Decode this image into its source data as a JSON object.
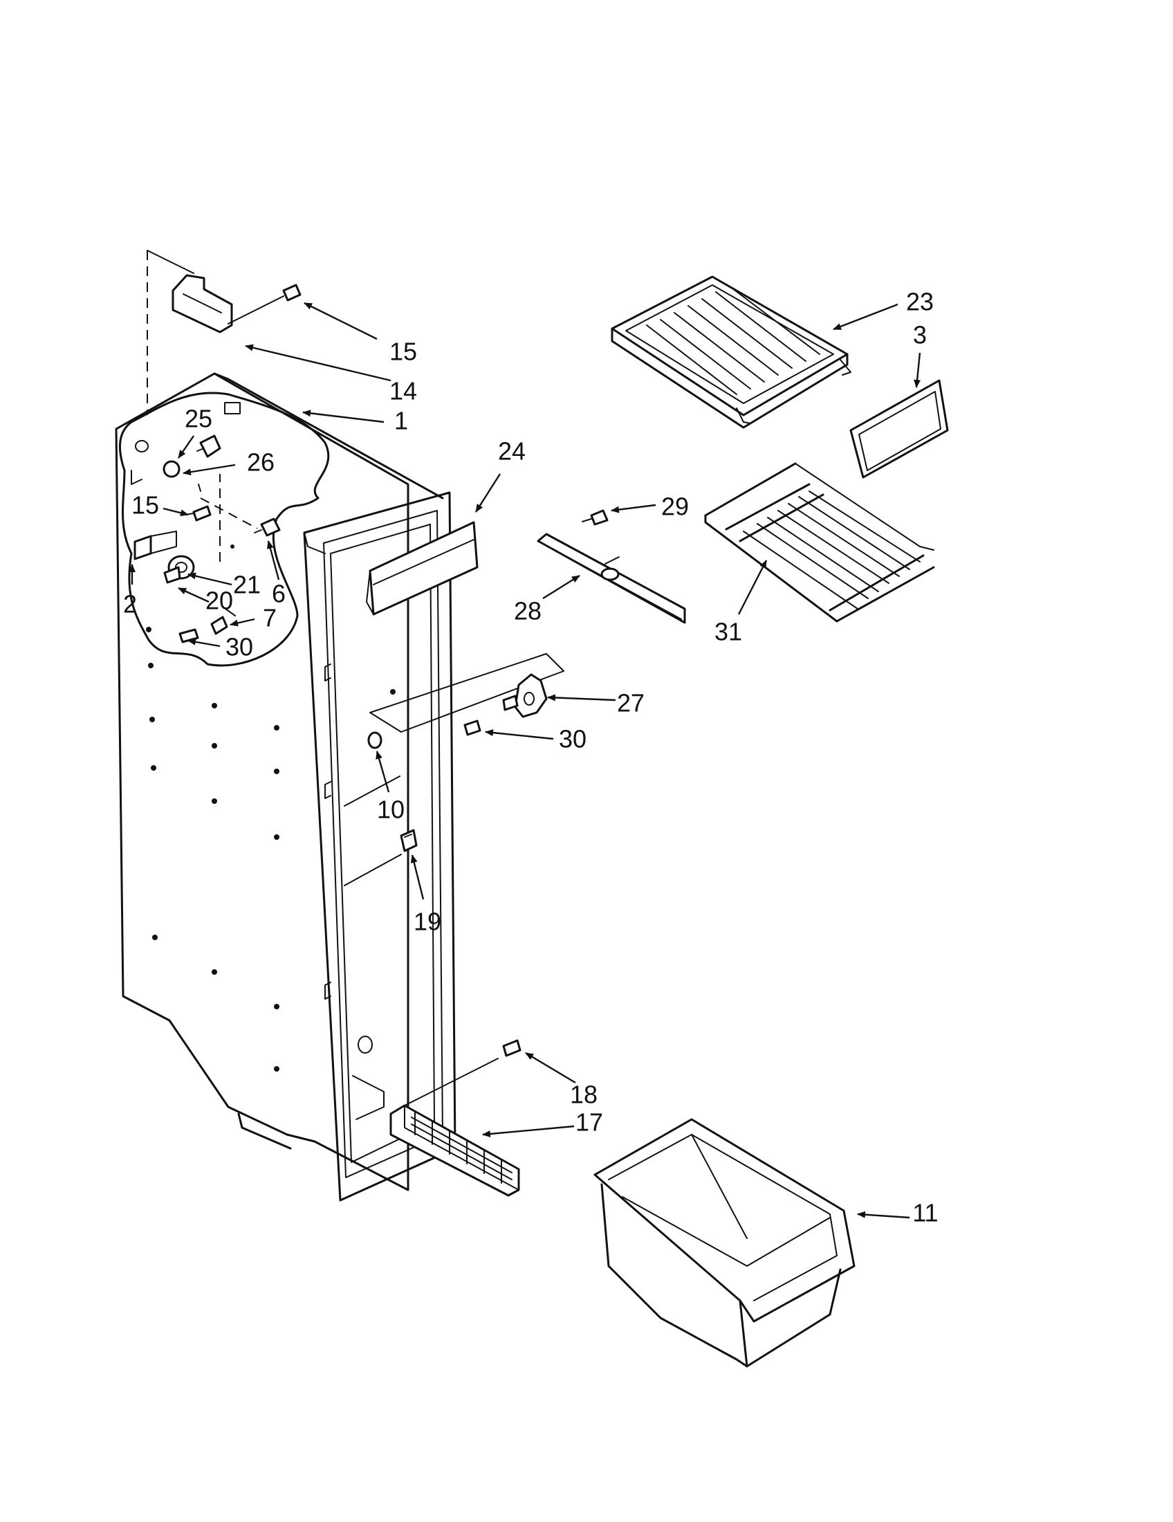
{
  "callouts": [
    {
      "id": "c15a",
      "label": "15"
    },
    {
      "id": "c14",
      "label": "14"
    },
    {
      "id": "c1",
      "label": "1"
    },
    {
      "id": "c25",
      "label": "25"
    },
    {
      "id": "c26",
      "label": "26"
    },
    {
      "id": "c15b",
      "label": "15"
    },
    {
      "id": "c2",
      "label": "2"
    },
    {
      "id": "c21",
      "label": "21"
    },
    {
      "id": "c6",
      "label": "6"
    },
    {
      "id": "c20",
      "label": "20"
    },
    {
      "id": "c7",
      "label": "7"
    },
    {
      "id": "c30a",
      "label": "30"
    },
    {
      "id": "c24",
      "label": "24"
    },
    {
      "id": "c23",
      "label": "23"
    },
    {
      "id": "c3",
      "label": "3"
    },
    {
      "id": "c29",
      "label": "29"
    },
    {
      "id": "c28",
      "label": "28"
    },
    {
      "id": "c31",
      "label": "31"
    },
    {
      "id": "c27",
      "label": "27"
    },
    {
      "id": "c30b",
      "label": "30"
    },
    {
      "id": "c10",
      "label": "10"
    },
    {
      "id": "c19",
      "label": "19"
    },
    {
      "id": "c18",
      "label": "18"
    },
    {
      "id": "c17",
      "label": "17"
    },
    {
      "id": "c11",
      "label": "11"
    }
  ]
}
